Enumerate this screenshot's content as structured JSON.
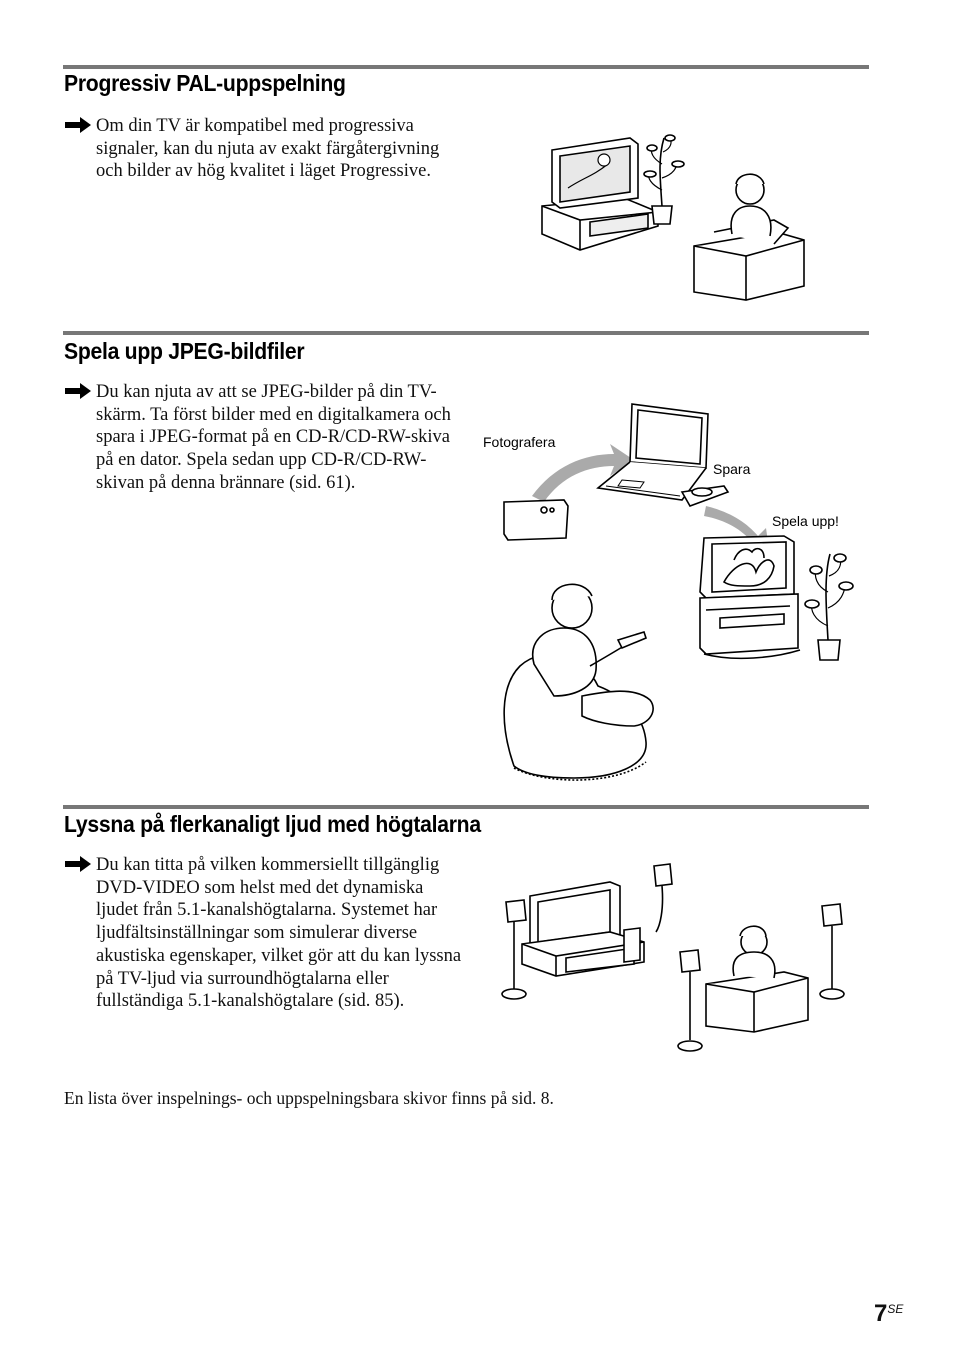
{
  "sections": [
    {
      "title": "Progressiv PAL-uppspelning",
      "text": "Om din TV är kompatibel med progressiva signaler, kan du njuta av exakt färgåtergivning och bilder av hög kvalitet i läget Progressive."
    },
    {
      "title": "Spela upp JPEG-bildfiler",
      "text": "Du kan njuta av att se JPEG-bilder på din TV-skärm. Ta först bilder med en digitalkamera och spara i JPEG-format på en CD-R/CD-RW-skiva på en dator. Spela sedan upp CD-R/CD-RW-skivan på denna brännare (sid. 61).",
      "labels": {
        "photo": "Fotografera",
        "save": "Spara",
        "play": "Spela upp!"
      }
    },
    {
      "title": "Lyssna på flerkanaligt ljud med högtalarna",
      "text": "Du kan titta på vilken kommersiellt tillgänglig DVD-VIDEO som helst med det dynamiska ljudet från 5.1-kanalshögtalarna. Systemet har ljudfältsinställningar som simulerar diverse akustiska egenskaper, vilket gör att du kan lyssna på TV-ljud via surroundhögtalarna eller fullständiga 5.1-kanalshögtalare (sid. 85)."
    }
  ],
  "footer": "En lista över inspelnings- och uppspelningsbara skivor finns på sid. 8.",
  "page": {
    "number": "7",
    "suffix": "SE"
  }
}
